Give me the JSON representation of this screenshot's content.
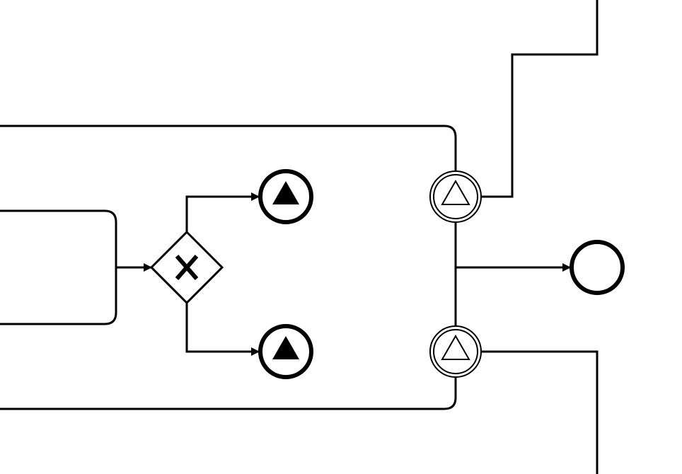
{
  "diagram": {
    "type": "bpmn",
    "colors": {
      "stroke": "#000000",
      "fill": "#ffffff",
      "marker_fill": "#000000"
    },
    "gateway": {
      "kind": "exclusive",
      "marker": "X"
    },
    "elements": [
      {
        "id": "subprocess",
        "kind": "expanded-subprocess"
      },
      {
        "id": "task",
        "kind": "task"
      },
      {
        "id": "gateway",
        "kind": "exclusive-gateway"
      },
      {
        "id": "signal-end-upper",
        "kind": "signal-end-event"
      },
      {
        "id": "signal-end-lower",
        "kind": "signal-end-event"
      },
      {
        "id": "signal-boundary-upper",
        "kind": "signal-boundary-event"
      },
      {
        "id": "signal-boundary-lower",
        "kind": "signal-boundary-event"
      },
      {
        "id": "end-event",
        "kind": "none-end-event"
      }
    ],
    "connections": [
      {
        "from": "task",
        "to": "gateway"
      },
      {
        "from": "gateway",
        "to": "signal-end-upper"
      },
      {
        "from": "gateway",
        "to": "signal-end-lower"
      },
      {
        "from": "subprocess",
        "to": "end-event"
      },
      {
        "from": "signal-boundary-upper",
        "to": "offscreen-top"
      },
      {
        "from": "signal-boundary-lower",
        "to": "offscreen-bottom"
      }
    ]
  }
}
